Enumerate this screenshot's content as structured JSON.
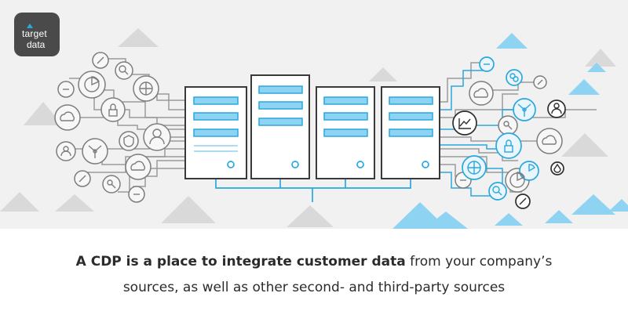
{
  "logo": {
    "line1": "target",
    "line2": "data"
  },
  "caption": {
    "bold": "A CDP is a place to integrate customer data",
    "rest1": " from your company’s",
    "line2": "sources, as well as other second- and third-party sources"
  },
  "colors": {
    "background": "#f1f1f1",
    "accent": "#29a8e0",
    "mountain": "#8fd3f2",
    "line": "#9a9a9a",
    "dark": "#3a3a3a"
  },
  "icons": [
    "target-data-logo",
    "server-icon",
    "cloud-icon",
    "lock-icon",
    "globe-icon",
    "user-icon",
    "network-icon",
    "shield-icon",
    "wifi-cloud-icon",
    "search-icon",
    "chart-icon",
    "link-icon",
    "minus-icon",
    "pie-chart-icon",
    "drop-icon",
    "key-icon"
  ]
}
